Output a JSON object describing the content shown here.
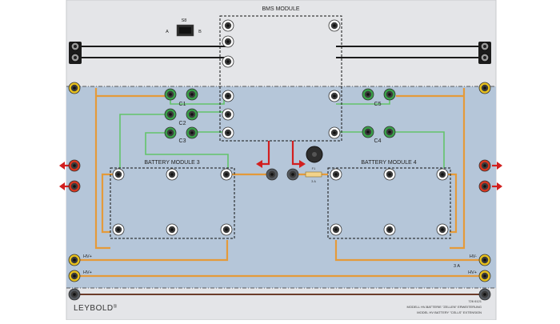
{
  "bms": {
    "title": "BMS MODULE"
  },
  "switch": {
    "name": "S8",
    "pos_a": "A",
    "pos_b": "B"
  },
  "battery_modules": [
    {
      "label": "BATTERY MODULE 3"
    },
    {
      "label": "BATTERY MODULE 4"
    }
  ],
  "cells": {
    "c1": "C1",
    "c2": "C2",
    "c3": "C3",
    "c4": "C4",
    "c5": "C5"
  },
  "hv": {
    "left_top": "HV+",
    "left_bottom": "HV+",
    "right_top": "HV-",
    "right_bottom": "HV+"
  },
  "fuse": {
    "rating": "3 A",
    "code_top": "F1",
    "code_bottom": "3 A"
  },
  "brand": {
    "name": "LEYBOLD",
    "mark": "®"
  },
  "footer": {
    "part_no": "726 6121",
    "line1": "MODELL HV-BATTERIE \"ZELLEN\" ERWEITERUNG",
    "line2": "MODEL HV BATTERY \"CELLS\" EXTENSION"
  },
  "colors": {
    "panel_gray": "#e4e5e8",
    "panel_blue": "#b5c6d9",
    "wire_orange": "#e49a3a",
    "wire_green": "#63c46b",
    "wire_black": "#1a1a1a",
    "wire_brown": "#6b3c2a",
    "jack_green": "#3aa14a",
    "jack_yellow": "#e9c21e",
    "jack_red": "#d6361f",
    "arrow_red": "#d21f1f"
  }
}
